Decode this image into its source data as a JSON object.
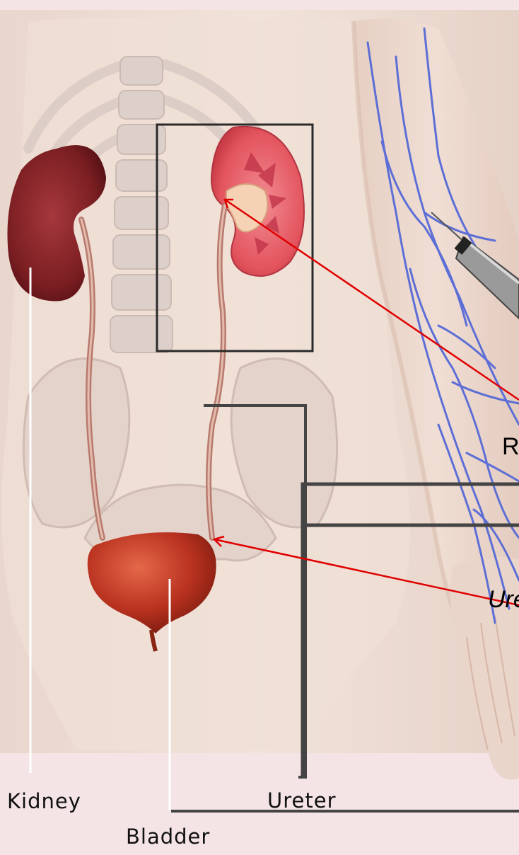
{
  "labels": {
    "kidney": "Kidney",
    "ureter": "Ureter",
    "bladder": "Bladder",
    "renal_partial": "R",
    "ureter_partial": "Ure"
  },
  "colors": {
    "background": "#f4e4e6",
    "skin": "#eddcd2",
    "kidney_dark": "#7a1e22",
    "kidney_section": "#e3545e",
    "bladder": "#b8321f",
    "vein": "#5d6fd6",
    "pointer": "#e00000",
    "bracket": "#444444"
  }
}
